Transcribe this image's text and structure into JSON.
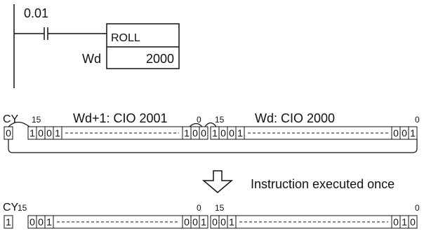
{
  "ladder": {
    "contact_address": "0.01",
    "instruction": "ROLL",
    "operand_label": "Wd",
    "operand_value": "2000"
  },
  "before": {
    "cy_label": "CY",
    "cy_value": "0",
    "left_word_label": "Wd+1: CIO 2001",
    "right_word_label": "Wd: CIO 2000",
    "msb_label": "15",
    "lsb_label": "0",
    "left_high_bits": [
      "1",
      "0",
      "0",
      "1"
    ],
    "left_low_bits": [
      "1",
      "0",
      "0"
    ],
    "right_high_bits": [
      "1",
      "0",
      "0",
      "1"
    ],
    "right_low_bits": [
      "0",
      "0",
      "1"
    ]
  },
  "arrow_caption": "Instruction executed once",
  "after": {
    "cy_label": "CY",
    "cy_value": "1",
    "msb_label": "15",
    "lsb_label": "0",
    "left_high_bits": [
      "0",
      "0",
      "1"
    ],
    "left_low_bits": [
      "0",
      "0",
      "1"
    ],
    "right_high_bits": [
      "0",
      "0",
      "1"
    ],
    "right_low_bits": [
      "0",
      "1",
      "0"
    ]
  }
}
